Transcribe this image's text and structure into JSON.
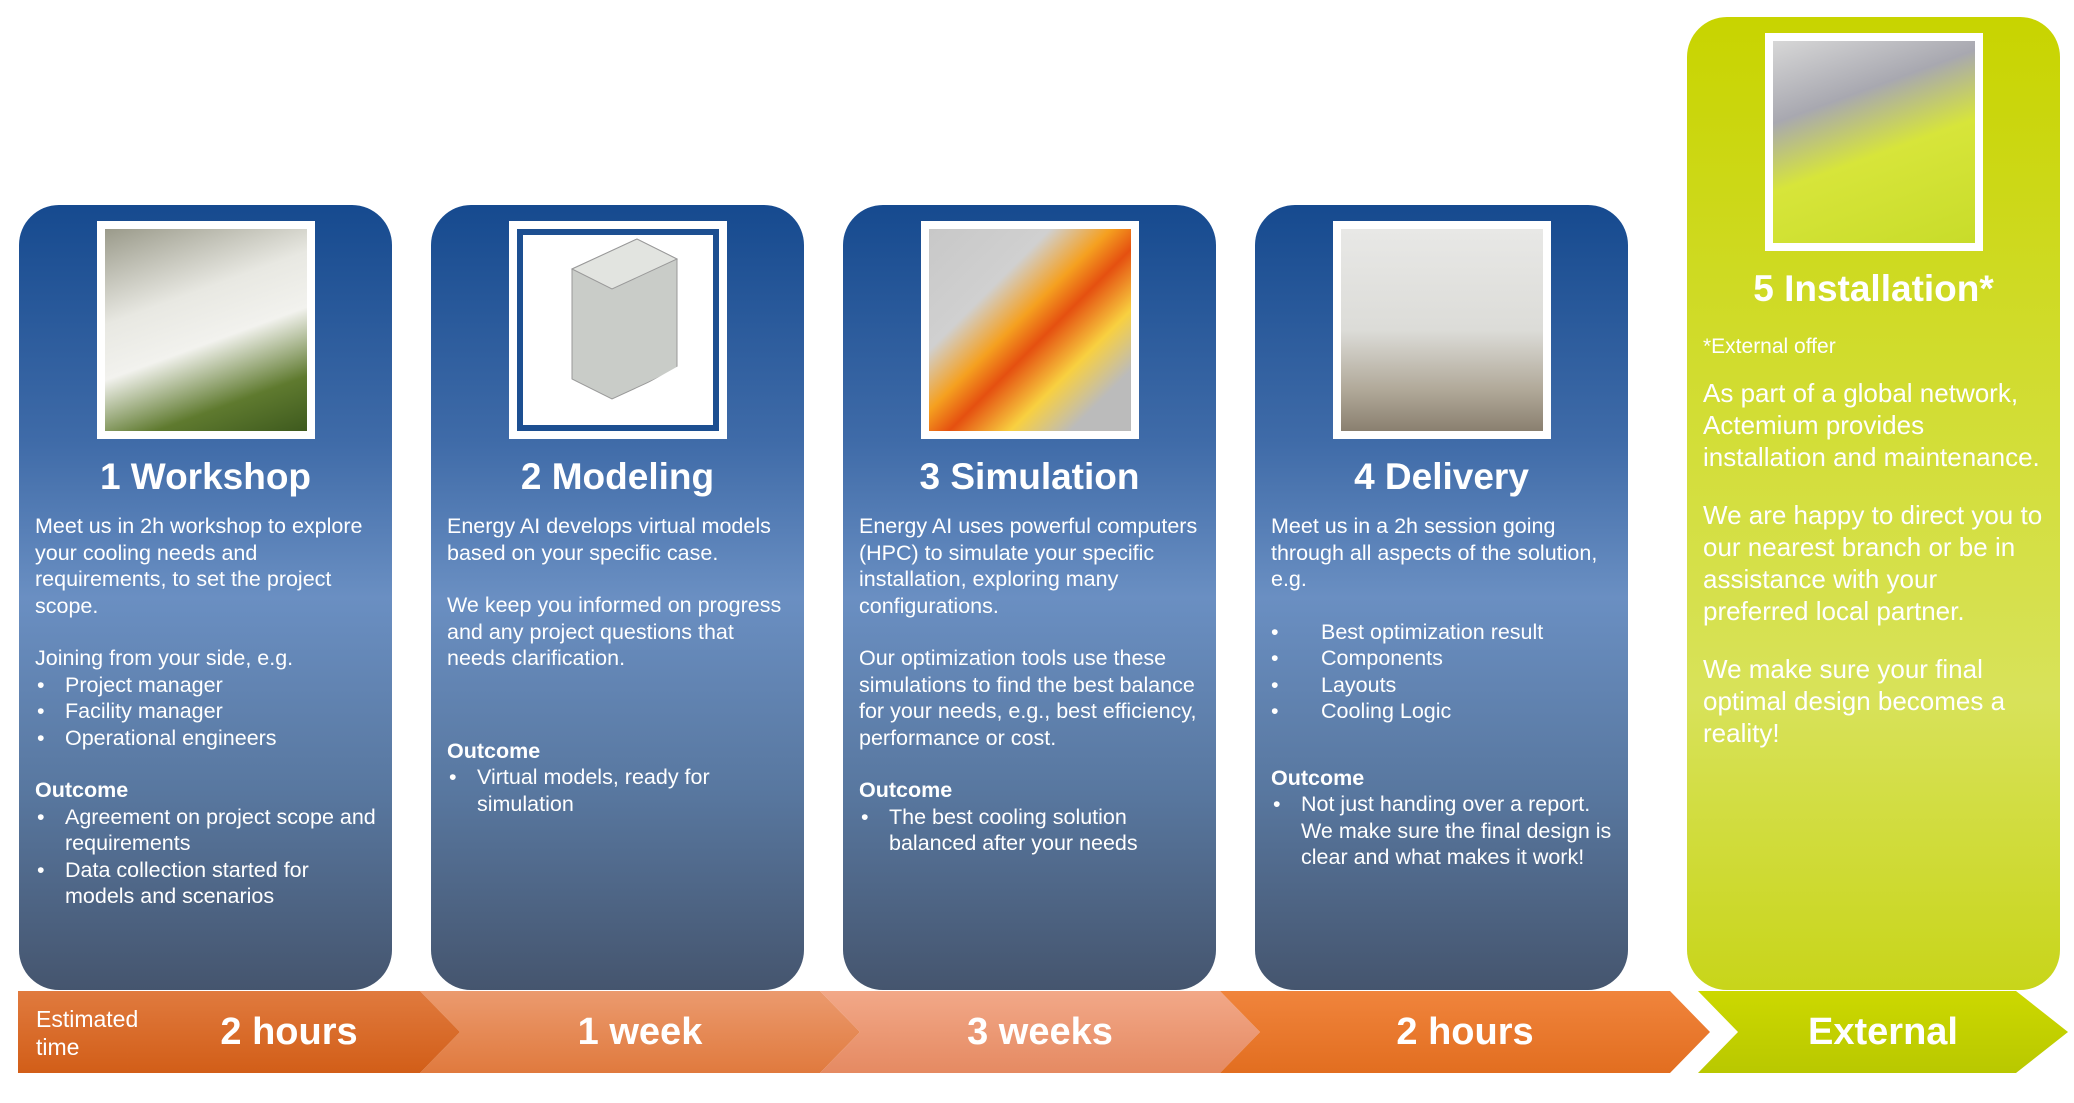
{
  "steps": [
    {
      "title": "1 Workshop",
      "image": "coffee-cup-photo",
      "intro": [
        "Meet us in 2h workshop to explore your ",
        "cooling needs",
        " and ",
        "requirements",
        ", to set the ",
        "project scope",
        "."
      ],
      "joining": "Joining from your side, e.g.",
      "roles": [
        "Project manager",
        "Facility manager",
        "Operational engineers"
      ],
      "outcome_label": "Outcome",
      "outcomes": [
        "Agreement on project scope and requirements",
        "Data collection started for models and scenarios"
      ]
    },
    {
      "title": "2 Modeling",
      "image": "3d-model-render",
      "intro_bold": "Energy AI",
      "intro": " develops virtual models based on your specific case.",
      "para2": "We keep you informed on progress and any project questions that needs clarification.",
      "outcome_label": "Outcome",
      "outcomes": [
        "Virtual models, ready for simulation"
      ]
    },
    {
      "title": "3 Simulation",
      "image": "simulation-heatmap",
      "intro_bold": "Energy AI",
      "intro": " uses powerful computers (HPC) to simulate your specific installation, exploring many configurations.",
      "para2": "Our optimization tools use these simulations to find the best balance for your needs, e.g., best efficiency, performance or cost.",
      "outcome_label": "Outcome",
      "outcomes": [
        "The best cooling solution balanced after your needs"
      ]
    },
    {
      "title": "4 Delivery",
      "image": "engineers-at-monitor",
      "intro": "Meet us in a 2h session going through all aspects of the solution, e.g.",
      "items": [
        "Best optimization result",
        "Components",
        "Layouts",
        "Cooling Logic"
      ],
      "outcome_label": "Outcome",
      "outcomes": [
        "Not just handing over a report. We make sure the final design is clear and what makes it work!"
      ]
    },
    {
      "title": "5 Installation*",
      "image": "installers-photo",
      "note": "*External offer",
      "p1": [
        "As part of a ",
        "global network",
        ", Actemium provides installation and maintenance."
      ],
      "p2": "We are happy to direct you to our nearest branch or be in assistance with your preferred local partner.",
      "p3": "We make sure your final optimal design becomes a reality!"
    }
  ],
  "timeline": {
    "label": "Estimated time",
    "durations": [
      "2 hours",
      "1 week",
      "3 weeks",
      "2 hours",
      "External"
    ]
  }
}
